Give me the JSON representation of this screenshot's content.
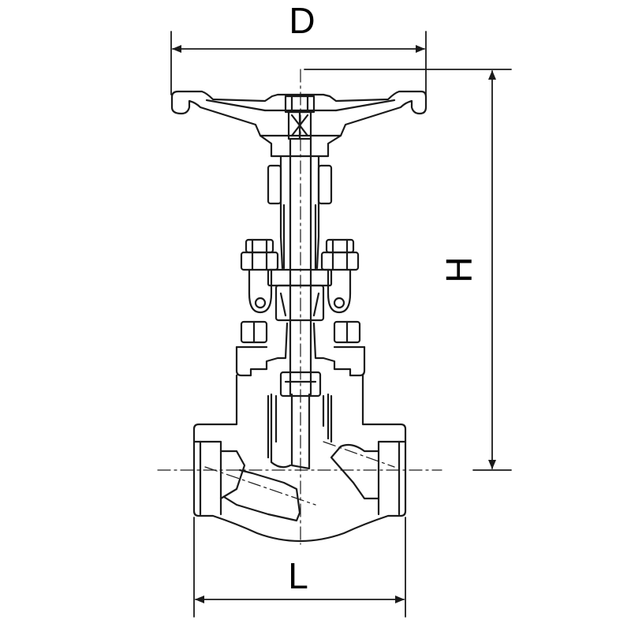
{
  "dimensions": {
    "diameter_label": "D",
    "height_label": "H",
    "length_label": "L"
  },
  "colors": {
    "line": "#1a1a1a",
    "background": "#ffffff"
  }
}
